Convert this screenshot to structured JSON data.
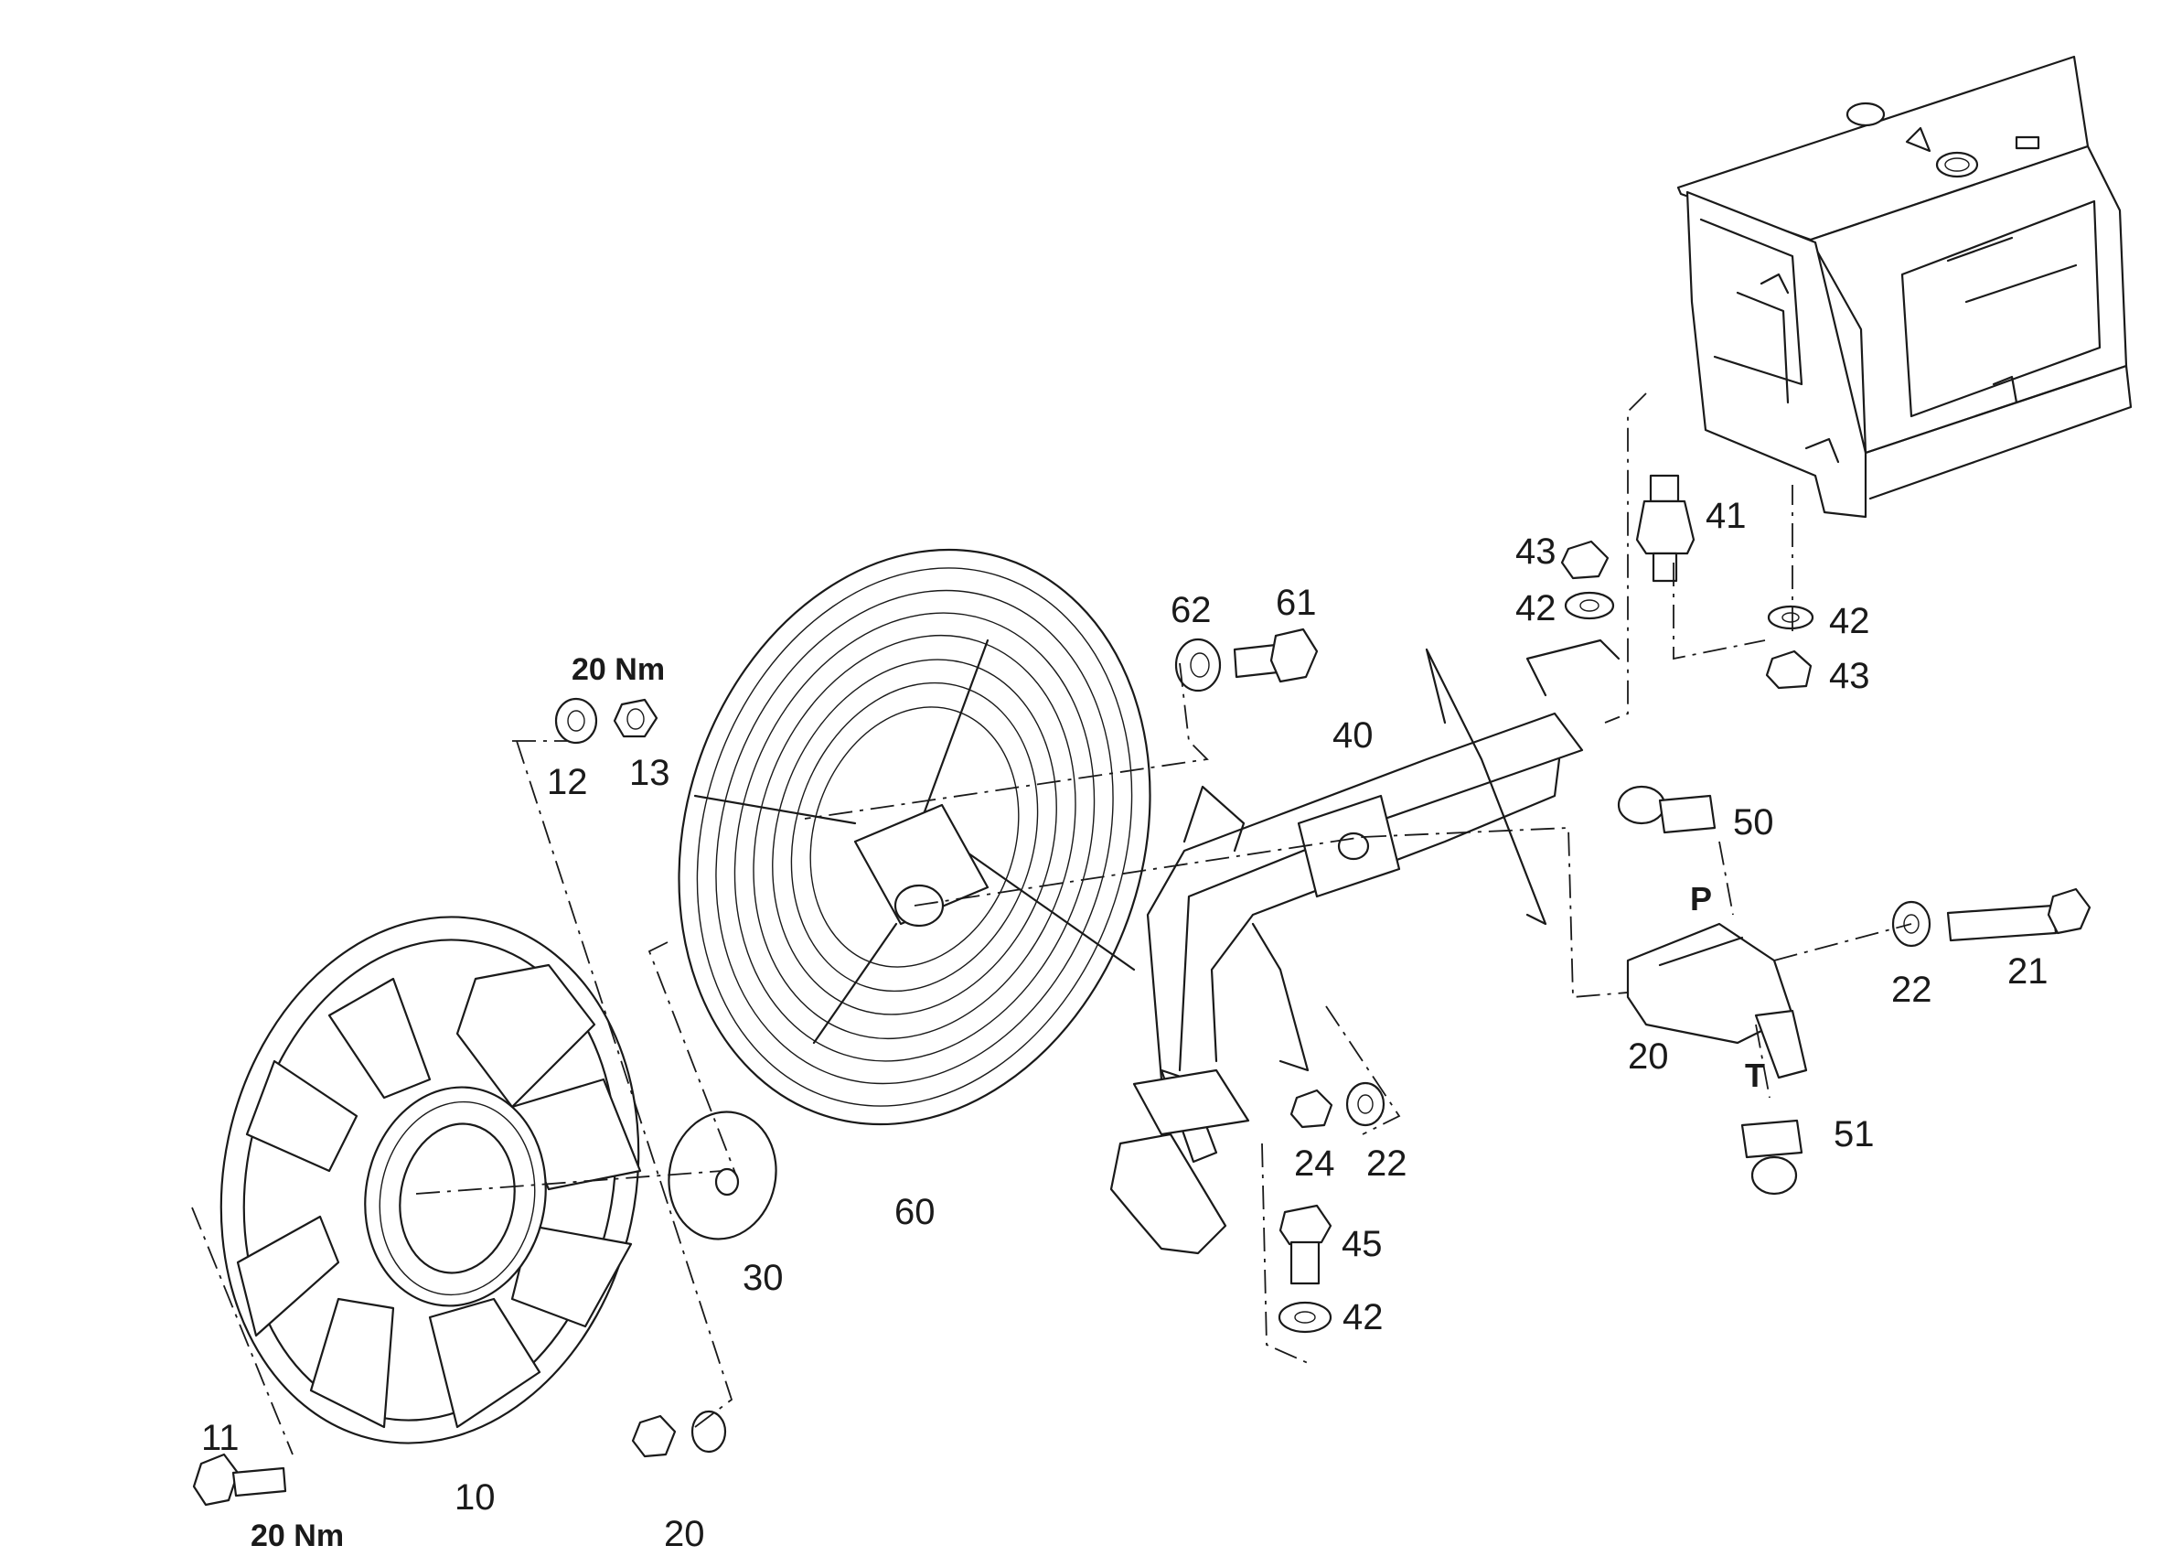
{
  "labels": {
    "p10": "10",
    "p11": "11",
    "p12": "12",
    "p13": "13",
    "p20_fan": "20",
    "p20_motor": "20",
    "p21": "21",
    "p22_right": "22",
    "p22_mid": "22",
    "p24": "24",
    "p30": "30",
    "p40": "40",
    "p41": "41",
    "p42_top": "42",
    "p42_right": "42",
    "p42_bottom": "42",
    "p43_top": "43",
    "p43_right": "43",
    "p45": "45",
    "p50": "50",
    "p51": "51",
    "p60": "60",
    "p61": "61",
    "p62": "62"
  },
  "torques": {
    "upper": "20 Nm",
    "lower": "20 Nm"
  },
  "ports": {
    "pressure": "P",
    "tank": "T"
  }
}
